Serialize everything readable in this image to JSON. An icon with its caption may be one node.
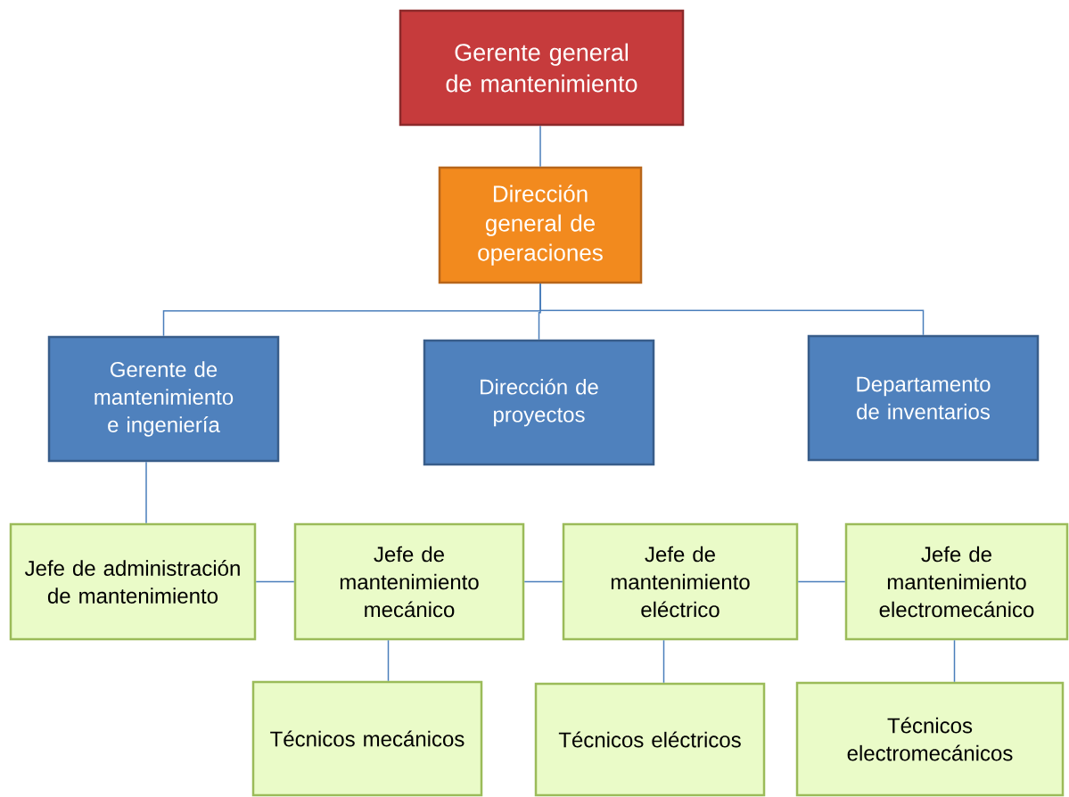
{
  "diagram": {
    "nodes": [
      {
        "text": [
          "Gerente general de mantenimiento"
        ]
      },
      {
        "text": [
          "Dirección general de operaciones"
        ]
      },
      {
        "text": [
          "Gerente de mantenimiento e ingeniería"
        ]
      },
      {
        "text": [
          "Dirección de proyectos"
        ]
      },
      {
        "text": [
          "Departamento de inventarios"
        ]
      },
      {
        "text": [
          "Jefe de administración de mantenimiento"
        ]
      },
      {
        "text": [
          "Jefe de mantenimiento mecánico"
        ]
      },
      {
        "text": [
          "Jefe de mantenimiento eléctrico"
        ]
      },
      {
        "text": [
          "Jefe de mantenimiento electromecánico"
        ]
      },
      {
        "text": [
          "Técnicos mecánicos"
        ]
      },
      {
        "text": [
          "Técnicos eléctricos"
        ]
      },
      {
        "text": [
          "Técnicos electromecánicos"
        ]
      }
    ],
    "edges": [
      {
        "from": 0,
        "to": 1,
        "arrow": "none"
      },
      {
        "from": 1,
        "to": 2,
        "arrow": "none"
      },
      {
        "from": 1,
        "to": 3,
        "arrow": "none"
      },
      {
        "from": 1,
        "to": 4,
        "arrow": "none"
      },
      {
        "from": 2,
        "to": 5,
        "arrow": "none"
      },
      {
        "from": 5,
        "to": 6,
        "arrow": "none"
      },
      {
        "from": 6,
        "to": 7,
        "arrow": "none"
      },
      {
        "from": 7,
        "to": 8,
        "arrow": "none"
      },
      {
        "from": 6,
        "to": 9,
        "arrow": "none"
      },
      {
        "from": 7,
        "to": 10,
        "arrow": "none"
      },
      {
        "from": 8,
        "to": 11,
        "arrow": "none"
      }
    ]
  }
}
